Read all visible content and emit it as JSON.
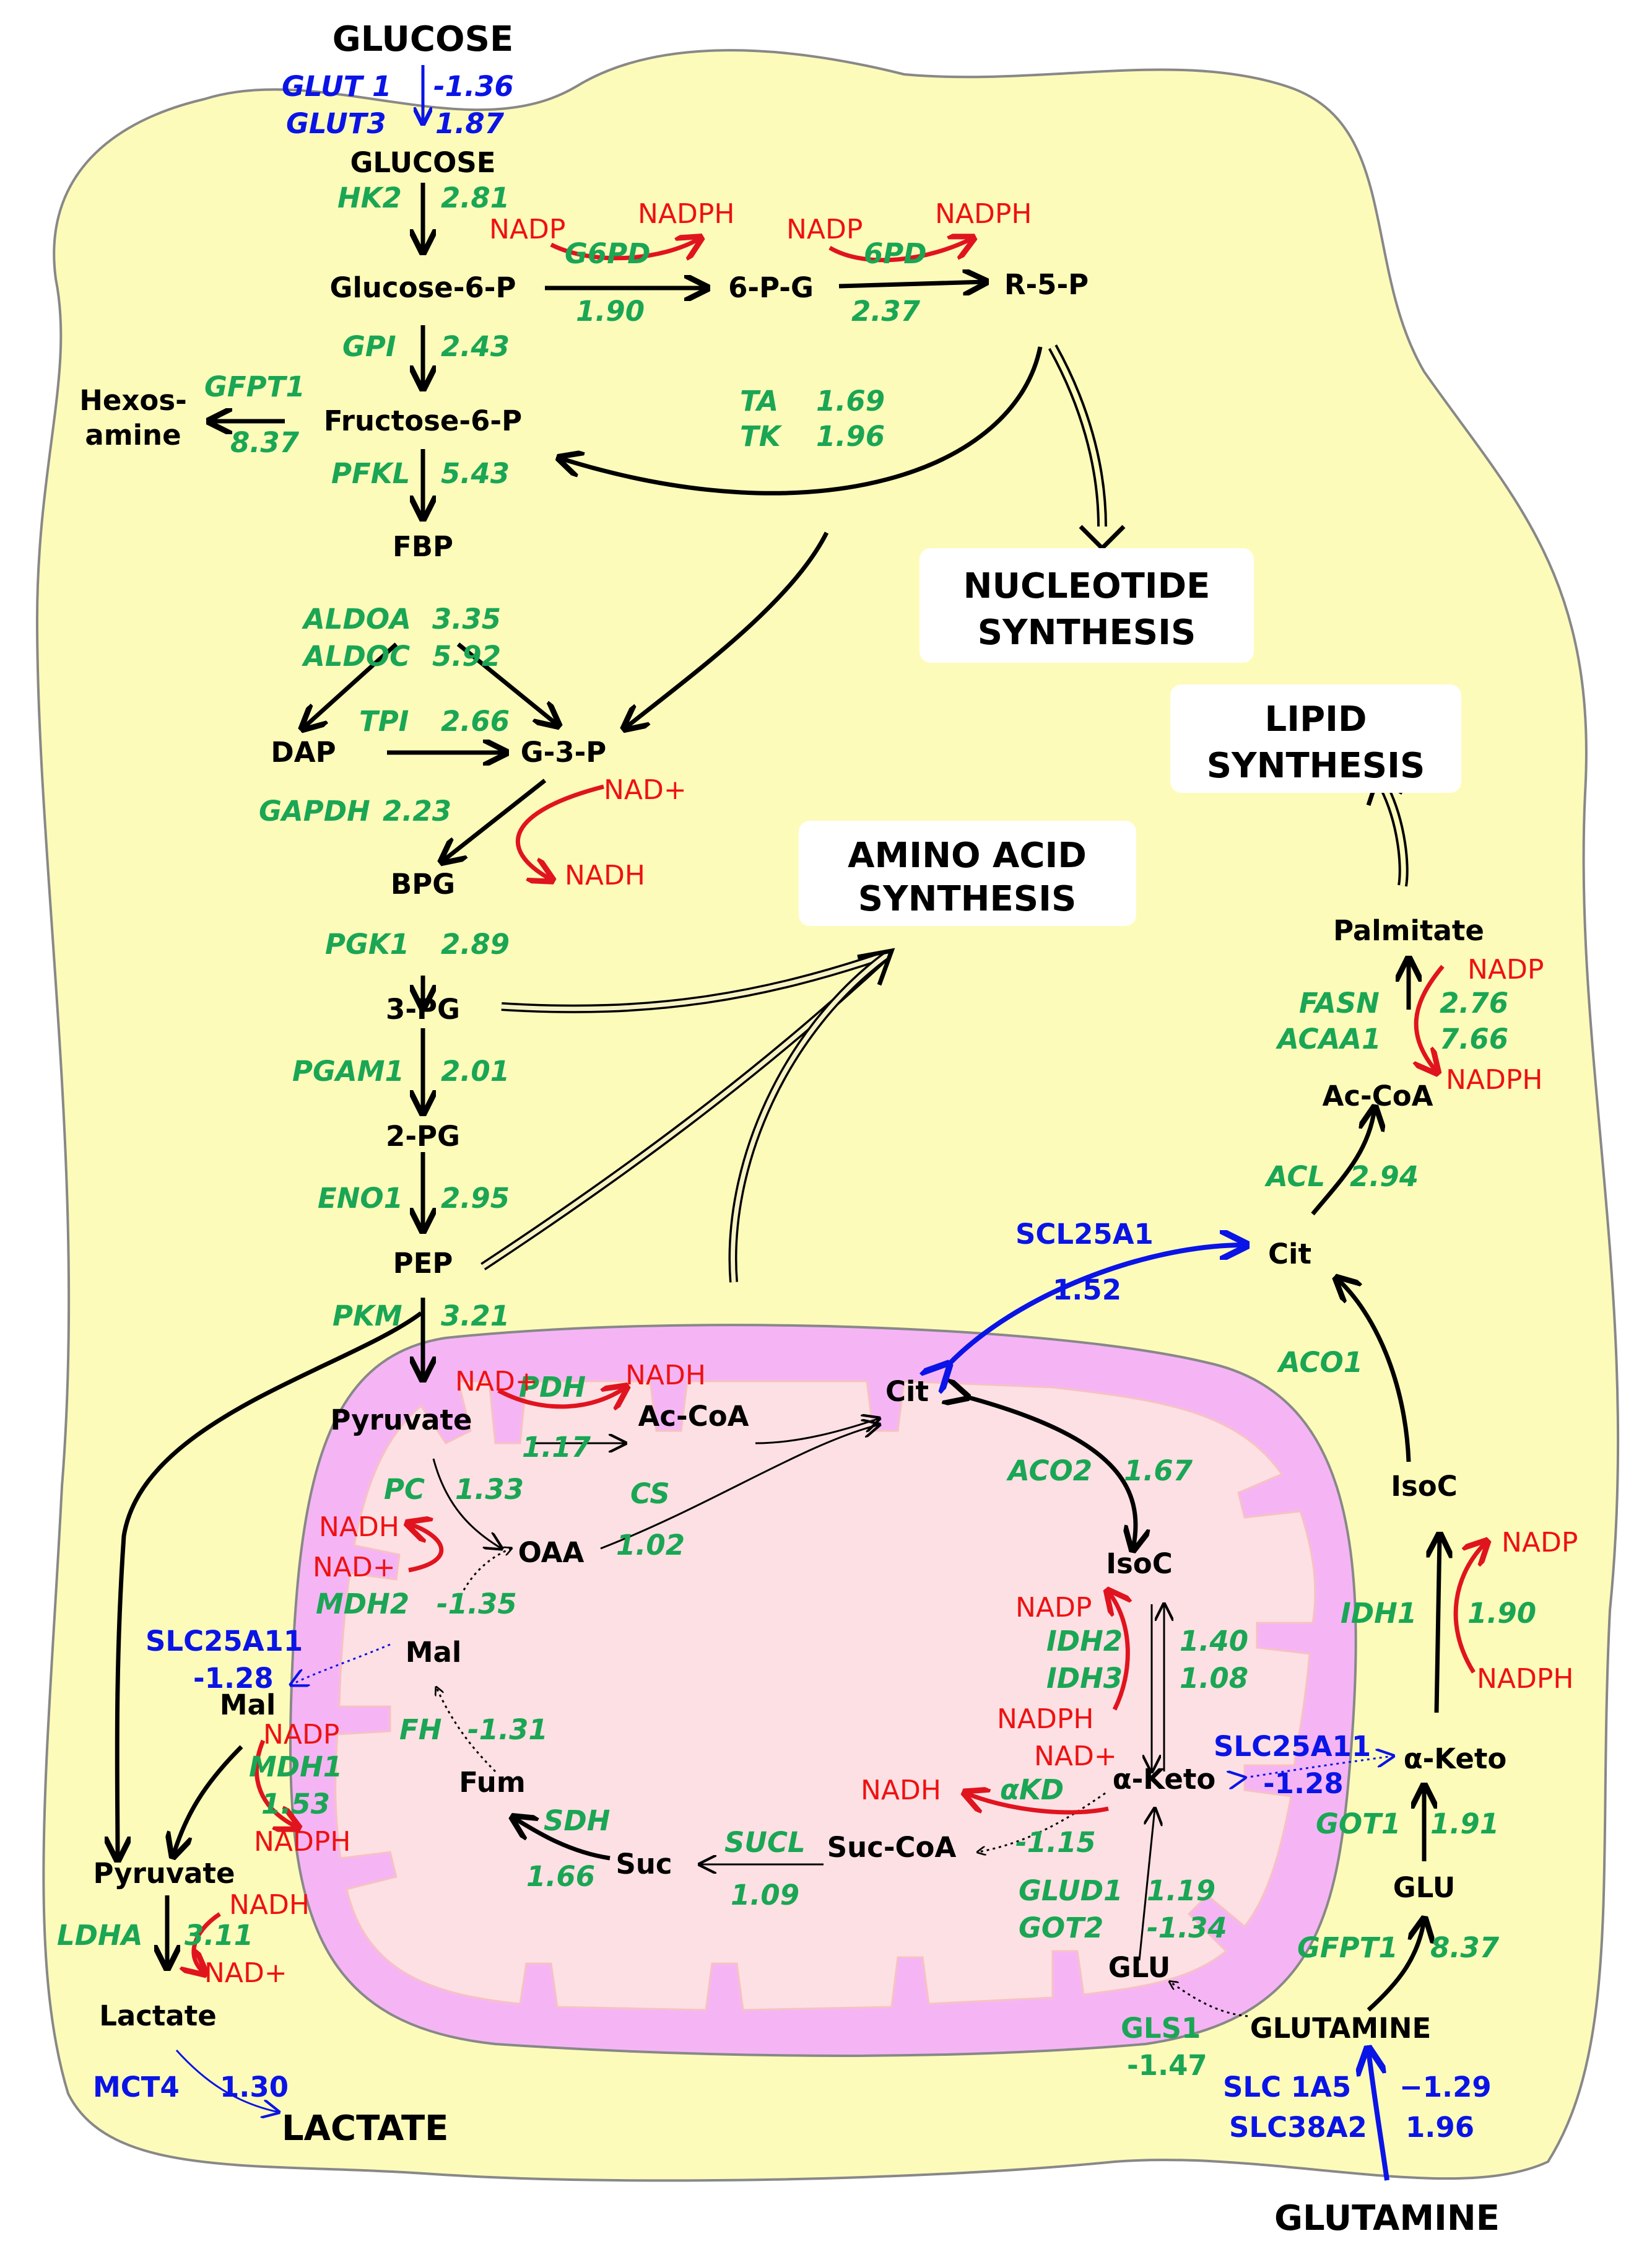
{
  "diagram": {
    "external": {
      "glucose_top": "GLUCOSE",
      "lactate_out": "LACTATE",
      "glutamine_bottom": "GLUTAMINE"
    },
    "boxes": {
      "nucleotide_1": "NUCLEOTIDE",
      "nucleotide_2": "SYNTHESIS",
      "lipid_1": "LIPID",
      "lipid_2": "SYNTHESIS",
      "amino_1": "AMINO ACID",
      "amino_2": "SYNTHESIS"
    },
    "metabolites": {
      "glucose": "GLUCOSE",
      "g6p": "Glucose-6-P",
      "pg6": "6-P-G",
      "r5p": "R-5-P",
      "hexosamine_1": "Hexos-",
      "hexosamine_2": "amine",
      "f6p": "Fructose-6-P",
      "fbp": "FBP",
      "dap": "DAP",
      "g3p": "G-3-P",
      "bpg": "BPG",
      "pg3": "3-PG",
      "pg2": "2-PG",
      "pep": "PEP",
      "pyruvate_mito": "Pyruvate",
      "accoa_mito": "Ac-CoA",
      "cit_mito": "Cit",
      "oaa": "OAA",
      "mal_mito": "Mal",
      "fum": "Fum",
      "suc": "Suc",
      "succoa": "Suc-CoA",
      "aketo_mito": "α-Keto",
      "isoc_mito": "IsoC",
      "glu_mito": "GLU",
      "mal_cyto": "Mal",
      "pyruvate_cyto": "Pyruvate",
      "lactate": "Lactate",
      "cit_cyto": "Cit",
      "isoc_cyto": "IsoC",
      "aketo_cyto": "α-Keto",
      "glu_cyto": "GLU",
      "glutamine_cyto": "GLUTAMINE",
      "accoa_cyto": "Ac-CoA",
      "palmitate": "Palmitate"
    },
    "transporters": {
      "glut1": "GLUT 1",
      "glut1_val": "-1.36",
      "glut3": "GLUT3",
      "glut3_val": "1.87",
      "slc25a1": "SCL25A1",
      "slc25a1_val": "1.52",
      "slc25a11_left": "SLC25A11",
      "slc25a11_left_val": "-1.28",
      "slc25a11_right": "SLC25A11",
      "slc25a11_right_val": "-1.28",
      "mct4": "MCT4",
      "mct4_val": "1.30",
      "slc1a5": "SLC 1A5",
      "slc1a5_val": "−1.29",
      "slc38a2": "SLC38A2",
      "slc38a2_val": "1.96"
    },
    "enzymes": {
      "hk2": "HK2",
      "hk2_val": "2.81",
      "g6pd": "G6PD",
      "g6pd_val": "1.90",
      "pgd": "6PD",
      "pgd_val": "2.37",
      "gpi": "GPI",
      "gpi_val": "2.43",
      "gfpt1_top": "GFPT1",
      "gfpt1_top_val": "8.37",
      "ta": "TA",
      "ta_val": "1.69",
      "tk": "TK",
      "tk_val": "1.96",
      "pfkl": "PFKL",
      "pfkl_val": "5.43",
      "aldoa": "ALDOA",
      "aldoa_val": "3.35",
      "aldoc": "ALDOC",
      "aldoc_val": "5.92",
      "tpi": "TPI",
      "tpi_val": "2.66",
      "gapdh": "GAPDH",
      "gapdh_val": "2.23",
      "pgk1": "PGK1",
      "pgk1_val": "2.89",
      "pgam1": "PGAM1",
      "pgam1_val": "2.01",
      "eno1": "ENO1",
      "eno1_val": "2.95",
      "pkm": "PKM",
      "pkm_val": "3.21",
      "pdh": "PDH",
      "pdh_val": "1.17",
      "pc": "PC",
      "pc_val": "1.33",
      "cs": "CS",
      "cs_val": "1.02",
      "mdh2": "MDH2",
      "mdh2_val": "-1.35",
      "fh": "FH",
      "fh_val": "-1.31",
      "sdh": "SDH",
      "sdh_val": "1.66",
      "sucl": "SUCL",
      "sucl_val": "1.09",
      "akd": "αKD",
      "akd_val": "-1.15",
      "aco2": "ACO2",
      "aco2_val": "1.67",
      "idh2": "IDH2",
      "idh2_val": "1.40",
      "idh3": "IDH3",
      "idh3_val": "1.08",
      "glud1": "GLUD1",
      "glud1_val": "1.19",
      "got2": "GOT2",
      "got2_val": "-1.34",
      "gls1": "GLS1",
      "gls1_val": "-1.47",
      "mdh1": "MDH1",
      "mdh1_val": "1.53",
      "ldha": "LDHA",
      "ldha_val": "3.11",
      "acl": "ACL",
      "acl_val": "2.94",
      "aco1": "ACO1",
      "fasn": "FASN",
      "fasn_val": "2.76",
      "acaa1": "ACAA1",
      "acaa1_val": "7.66",
      "idh1": "IDH1",
      "idh1_val": "1.90",
      "got1": "GOT1",
      "got1_val": "1.91",
      "gfpt1_bottom": "GFPT1",
      "gfpt1_bottom_val": "8.37"
    },
    "cofactors": {
      "nadp": "NADP",
      "nadph": "NADPH",
      "nad_plus": "NAD+",
      "nadh": "NADH"
    },
    "colors": {
      "cell": "#fdfbba",
      "mito_outer": "#f5b5f5",
      "mito_inner": "#fde0e4",
      "enzyme": "#1aa654",
      "transporter": "#0a14e6",
      "cofactor": "#ee1111"
    }
  }
}
